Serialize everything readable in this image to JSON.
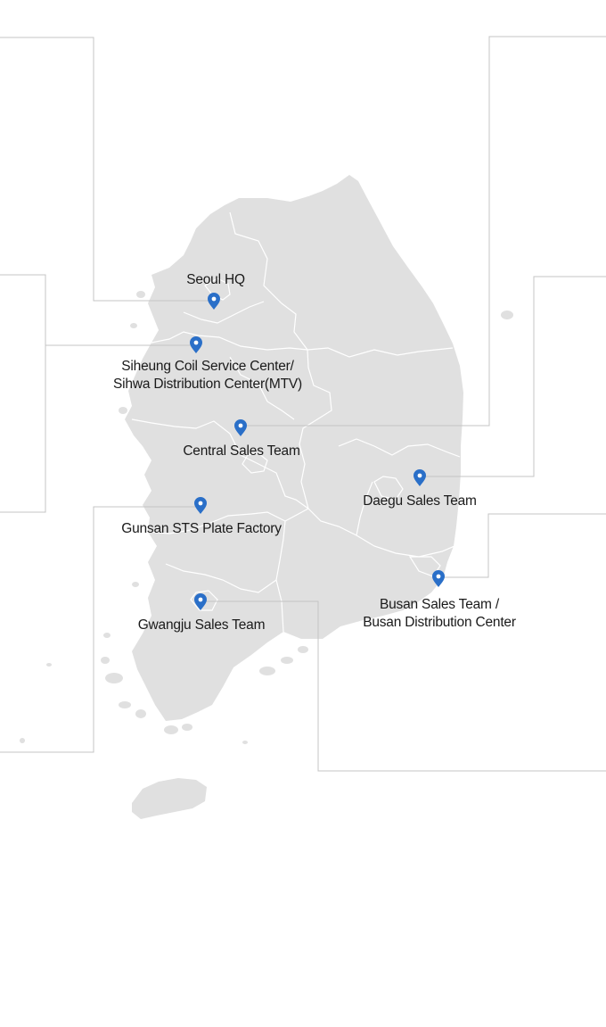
{
  "locations": [
    {
      "id": "seoul",
      "lines": [
        "Seoul HQ"
      ]
    },
    {
      "id": "siheung",
      "lines": [
        "Siheung Coil Service Center/",
        "Sihwa Distribution Center(MTV)"
      ]
    },
    {
      "id": "central",
      "lines": [
        "Central Sales Team"
      ]
    },
    {
      "id": "daegu",
      "lines": [
        "Daegu Sales Team"
      ]
    },
    {
      "id": "gunsan",
      "lines": [
        "Gunsan STS Plate Factory"
      ]
    },
    {
      "id": "busan",
      "lines": [
        "Busan Sales Team /",
        "Busan Distribution Center"
      ]
    },
    {
      "id": "gwangju",
      "lines": [
        "Gwangju Sales Team"
      ]
    }
  ],
  "colors": {
    "land": "#e0e0e0",
    "pin": "#2a6fc8",
    "leader_line": "#c4c4c4"
  },
  "icons": {
    "marker": "map-pin-icon"
  }
}
